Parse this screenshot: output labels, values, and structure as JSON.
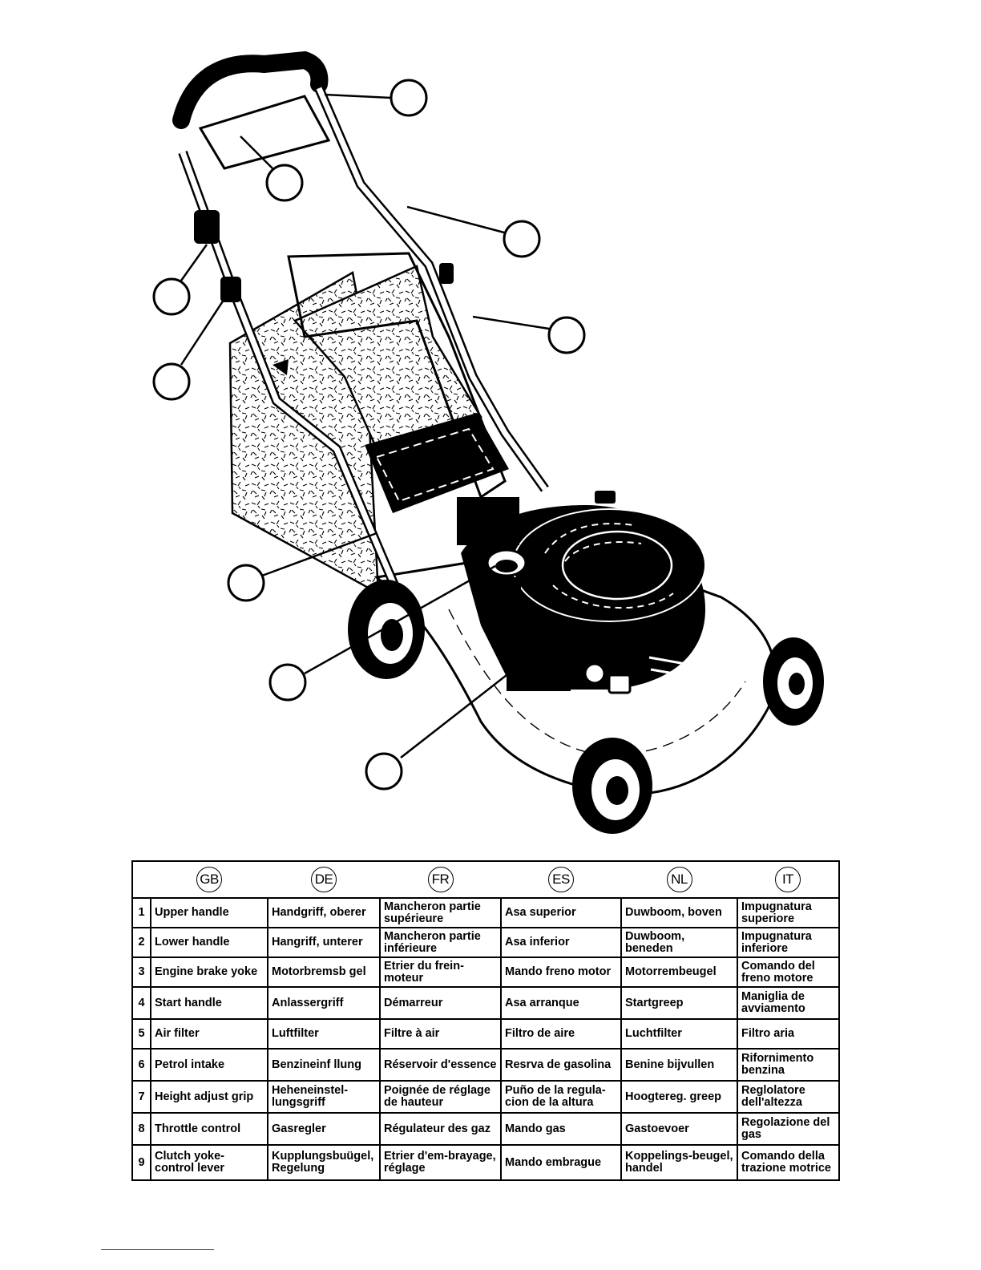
{
  "illustration": {
    "subject": "lawn mower",
    "callouts": 9
  },
  "table": {
    "languages": [
      "GB",
      "DE",
      "FR",
      "ES",
      "NL",
      "IT"
    ],
    "rows": [
      {
        "n": "1",
        "cells": [
          "Upper handle",
          "Handgriff, oberer",
          "Mancheron partie supérieure",
          "Asa superior",
          "Duwboom, boven",
          "Impugnatura superiore"
        ]
      },
      {
        "n": "2",
        "cells": [
          "Lower handle",
          "Hangriff, unterer",
          "Mancheron partie inférieure",
          "Asa inferior",
          "Duwboom, beneden",
          "Impugnatura inferiore"
        ]
      },
      {
        "n": "3",
        "cells": [
          "Engine brake yoke",
          "Motorbremsb gel",
          "Etrier du frein-moteur",
          "Mando freno motor",
          "Motorrembeugel",
          "Comando del freno motore"
        ]
      },
      {
        "n": "4",
        "cells": [
          "Start handle",
          "Anlassergriff",
          "Démarreur",
          "Asa arranque",
          "Startgreep",
          "Maniglia de avviamento"
        ]
      },
      {
        "n": "5",
        "cells": [
          "Air filter",
          "Luftfilter",
          "Filtre à air",
          "Filtro de aire",
          "Luchtfilter",
          "Filtro aria"
        ]
      },
      {
        "n": "6",
        "cells": [
          "Petrol intake",
          "Benzineinf llung",
          "Réservoir d'essence",
          "Resrva de gasolina",
          "Benine bijvullen",
          "Rifornimento benzina"
        ]
      },
      {
        "n": "7",
        "cells": [
          "Height adjust grip",
          "Heheneinstel-lungsgriff",
          "Poignée de réglage de hauteur",
          "Puño de la regula-cion de la altura",
          "Hoogtereg. greep",
          "Reglolatore dell'altezza"
        ]
      },
      {
        "n": "8",
        "cells": [
          "Throttle control",
          "Gasregler",
          "Régulateur des gaz",
          "Mando gas",
          "Gastoevoer",
          "Regolazione del gas"
        ]
      },
      {
        "n": "9",
        "cells": [
          "Clutch yoke-control lever",
          "Kupplungsbuügel, Regelung",
          "Etrier d'em-brayage, réglage",
          "Mando embrague",
          "Koppelings-beugel, handel",
          "Comando della trazione motrice"
        ]
      }
    ]
  }
}
